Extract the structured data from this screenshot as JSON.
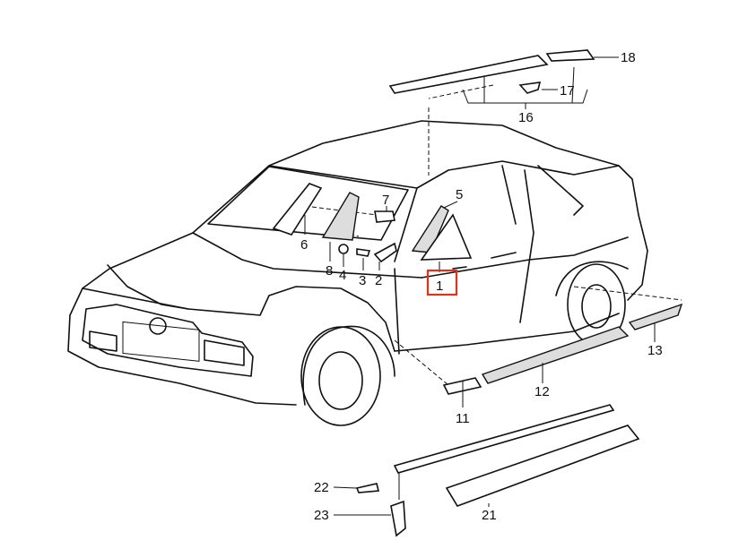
{
  "diagram": {
    "highlight_color": "#e0301e",
    "highlighted_part": "1",
    "labels": {
      "p1": "1",
      "p2": "2",
      "p3": "3",
      "p4": "4",
      "p5": "5",
      "p6": "6",
      "p7": "7",
      "p8": "8",
      "p11": "11",
      "p12": "12",
      "p13": "13",
      "p16": "16",
      "p17": "17",
      "p18": "18",
      "p21": "21",
      "p22": "22",
      "p23": "23"
    }
  }
}
